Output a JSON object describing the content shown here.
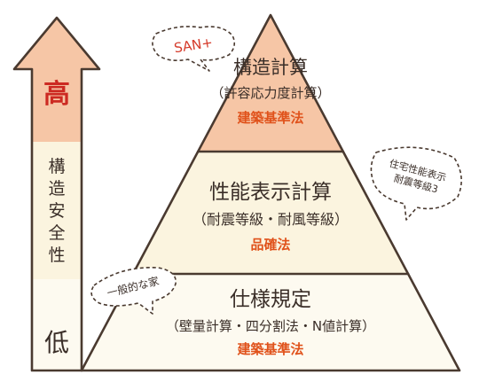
{
  "arrow": {
    "high_label": "高",
    "axis_label": [
      "構",
      "造",
      "安",
      "全",
      "性"
    ],
    "low_label": "低"
  },
  "pyramid": {
    "top": {
      "title": "構造計算",
      "subtitle": "（許容応力度計算）",
      "law": "建築基準法",
      "fill": "#f6c6a6"
    },
    "middle": {
      "title": "性能表示計算",
      "subtitle": "（耐震等級・耐風等級）",
      "law": "品確法",
      "fill": "#fbf4df"
    },
    "bottom": {
      "title": "仕様規定",
      "subtitle": "（壁量計算・四分割法・N値計算）",
      "law": "建築基準法",
      "fill": "#fdfaf0"
    }
  },
  "callouts": {
    "san_plus": "SAN+",
    "performance": [
      "住宅性能表示",
      "耐震等級3"
    ],
    "ordinary": "一般的な家"
  },
  "colors": {
    "outline": "#4a3a30",
    "law_text": "#e0521b",
    "high_text": "#cc2a22",
    "san_text": "#d53a2a",
    "arrow_fill": "#f6c6a6",
    "arrow_mid": "#fbf4df",
    "arrow_low": "#fdfaf0",
    "body_text": "#3a2e28"
  }
}
